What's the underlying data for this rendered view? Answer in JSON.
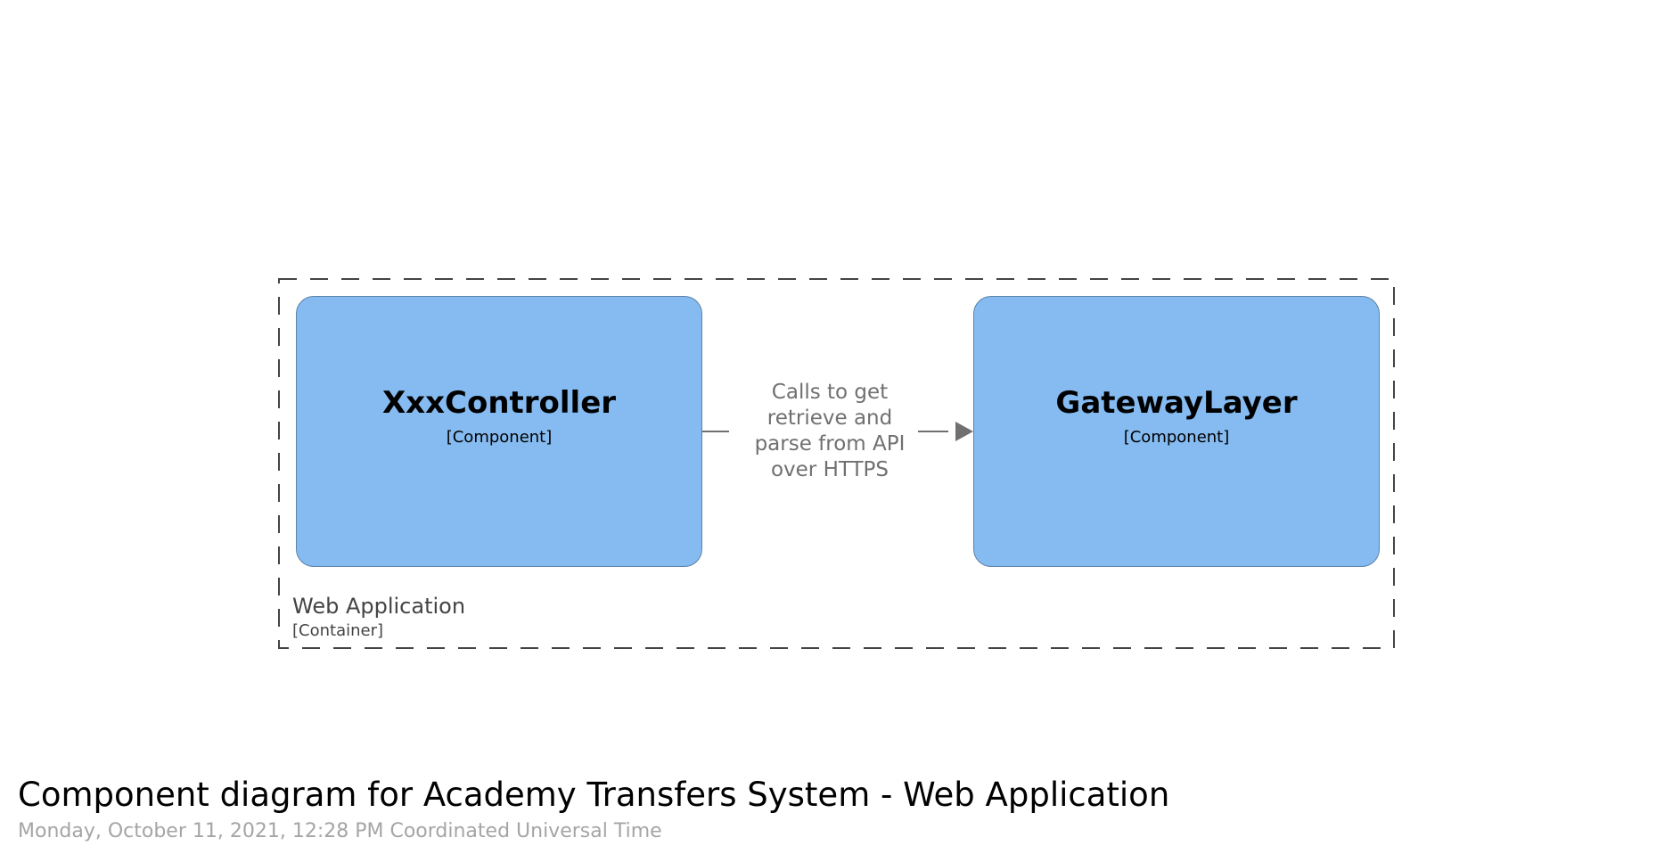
{
  "boundary": {
    "name": "Web Application",
    "meta": "[Container]"
  },
  "components": [
    {
      "name": "XxxController",
      "type": "[Component]"
    },
    {
      "name": "GatewayLayer",
      "type": "[Component]"
    }
  ],
  "relationship": {
    "label": "Calls to get retrieve and parse from API over HTTPS"
  },
  "footer": {
    "title": "Component diagram for Academy Transfers System - Web Application",
    "date": "Monday, October 11, 2021, 12:28 PM Coordinated Universal Time"
  },
  "colors": {
    "component_fill": "#85bbf0",
    "component_border": "#5d82a8",
    "boundary_stroke": "#444444",
    "relationship": "#707070"
  }
}
